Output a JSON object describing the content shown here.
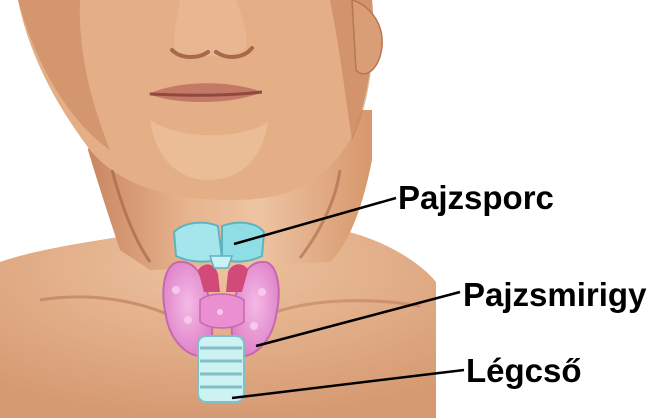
{
  "labels": {
    "thyroid_cartilage": "Pajzsporc",
    "thyroid_gland": "Pajzsmirigy",
    "trachea": "Légcső"
  },
  "colors": {
    "skin_light": "#e8b58e",
    "skin_mid": "#d89a6f",
    "skin_shadow": "#b9765a",
    "cartilage": "#9fe3ea",
    "cartilage_dark": "#6cc3cf",
    "gland": "#ee9bd9",
    "gland_dark": "#cf6bb9",
    "gland_red": "#d24a78",
    "trachea": "#c9f0f0",
    "trachea_ring": "#7fbfc5",
    "leader_line": "#000000"
  }
}
